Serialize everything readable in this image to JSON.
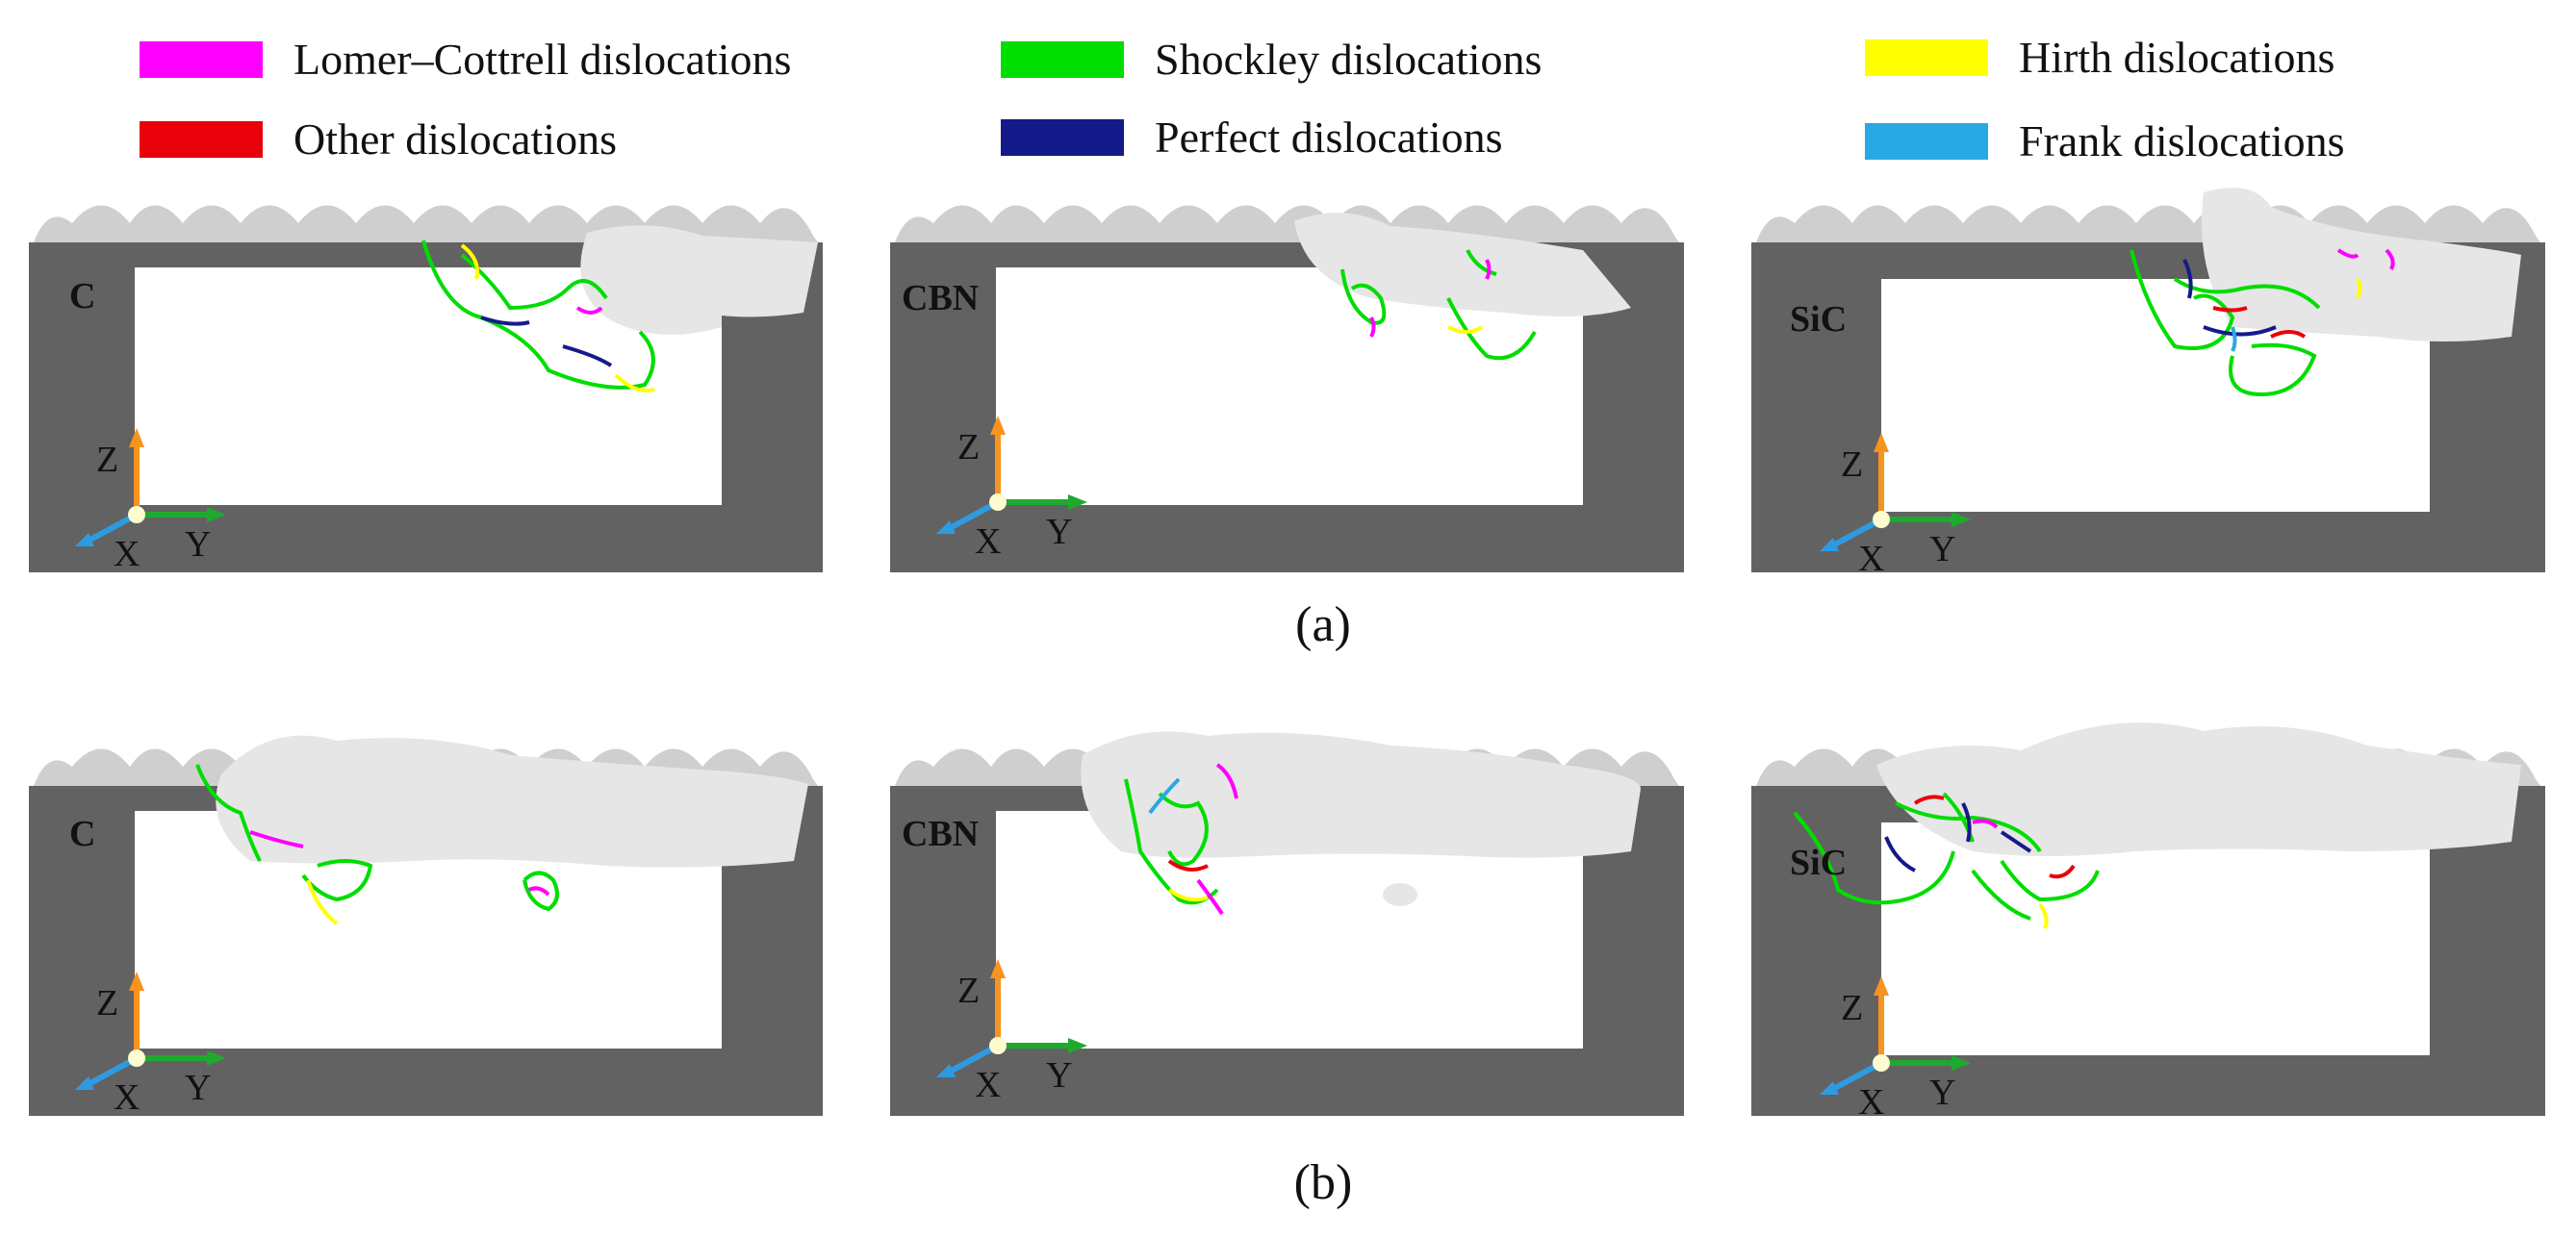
{
  "legend": [
    {
      "label": "Lomer–Cottrell dislocations",
      "color": "#ff00ff"
    },
    {
      "label": "Shockley dislocations",
      "color": "#00dd00"
    },
    {
      "label": "Hirth dislocations",
      "color": "#ffff00"
    },
    {
      "label": "Other dislocations",
      "color": "#e8000a"
    },
    {
      "label": "Perfect dislocations",
      "color": "#151a8a"
    },
    {
      "label": "Frank dislocations",
      "color": "#29a9e3"
    }
  ],
  "axes": {
    "z": "Z",
    "x": "X",
    "y": "Y"
  },
  "panels_a": [
    {
      "material": "C"
    },
    {
      "material": "CBN"
    },
    {
      "material": "SiC"
    }
  ],
  "panels_b": [
    {
      "material": "C"
    },
    {
      "material": "CBN"
    },
    {
      "material": "SiC"
    }
  ],
  "captions": {
    "a": "(a)",
    "b": "(b)"
  },
  "colors": {
    "substrate": "#626262",
    "chip": "#e6e6e6",
    "z_axis": "#f7931e",
    "y_axis": "#1faa2f",
    "x_axis": "#2e9be0",
    "origin": "#fffbd0"
  }
}
